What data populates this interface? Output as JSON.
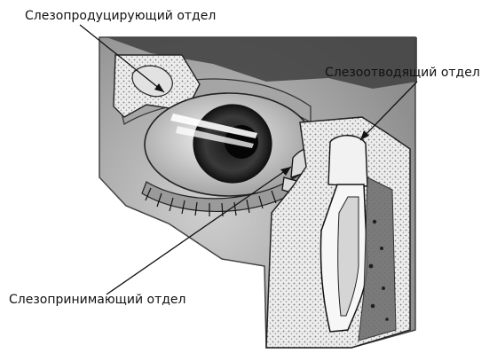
{
  "labels": {
    "producing": "Слезопродуцирующий отдел",
    "draining": "Слезоотводящий отдел",
    "receiving": "Слезопринимающий отдел"
  },
  "colors": {
    "ink": "#111111",
    "background": "#ffffff",
    "skin": "#bdbdbd",
    "sclera": "#d9d9d9",
    "iris": "#2a2a2a",
    "bone_texture": "#e6e6e6"
  }
}
